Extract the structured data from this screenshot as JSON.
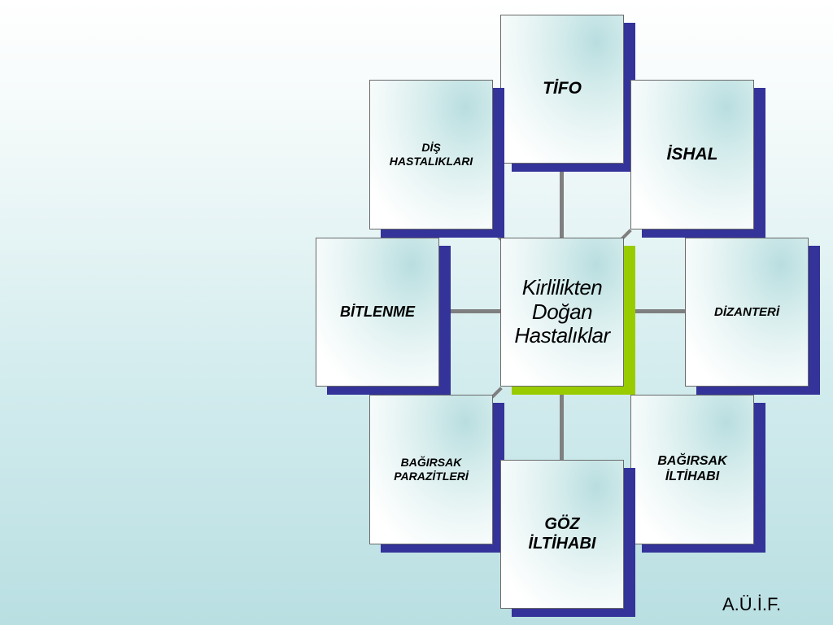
{
  "diagram": {
    "center": {
      "label": "Kirlilikten\nDoğan\nHastalıklar"
    },
    "nodes": [
      {
        "id": "tifo",
        "label": "TİFO"
      },
      {
        "id": "ishal",
        "label": "İSHAL"
      },
      {
        "id": "dizanteri",
        "label": "DİZANTERİ"
      },
      {
        "id": "bagirsak-iltihabi",
        "label": "BAĞIRSAK\nİLTİHABI"
      },
      {
        "id": "goz-iltihabi",
        "label": "GÖZ\nİLTİHABI"
      },
      {
        "id": "bagirsak-parazitleri",
        "label": "BAĞIRSAK\nPARAZİTLERİ"
      },
      {
        "id": "bitlenme",
        "label": "BİTLENME"
      },
      {
        "id": "dis-hastaliklari",
        "label": "DİŞ\nHASTALIKLARI"
      }
    ],
    "colors": {
      "node_shadow": "#33339a",
      "center_shadow": "#99cc00",
      "connector": "#7f7f7f"
    }
  },
  "footer": {
    "text": "A.Ü.İ.F."
  }
}
